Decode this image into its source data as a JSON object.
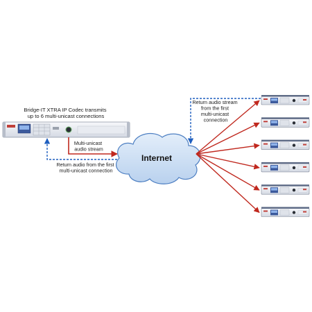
{
  "main_unit_caption": [
    "Bridge-IT XTRA IP Codec transmits",
    "up to 6 multi-unicast connections"
  ],
  "outgoing_label": [
    "Multi-unicast",
    "audio stream"
  ],
  "return_label_left": [
    "Return audio from the first",
    "multi-unicast connection"
  ],
  "return_label_right": [
    "Return audio stream",
    "from the first",
    "multi-unicast",
    "connection"
  ],
  "cloud_label": "Internet",
  "remote_unit_count": 6,
  "colors": {
    "stream_arrow": "#c0281e",
    "return_arrow": "#1f5fbf",
    "cloud_fill": "#cfe0f4",
    "cloud_stroke": "#4d7fc2",
    "rack_body": "#eef1f6",
    "rack_panel": "#3c5a9c",
    "rack_accent": "#c0403a"
  }
}
